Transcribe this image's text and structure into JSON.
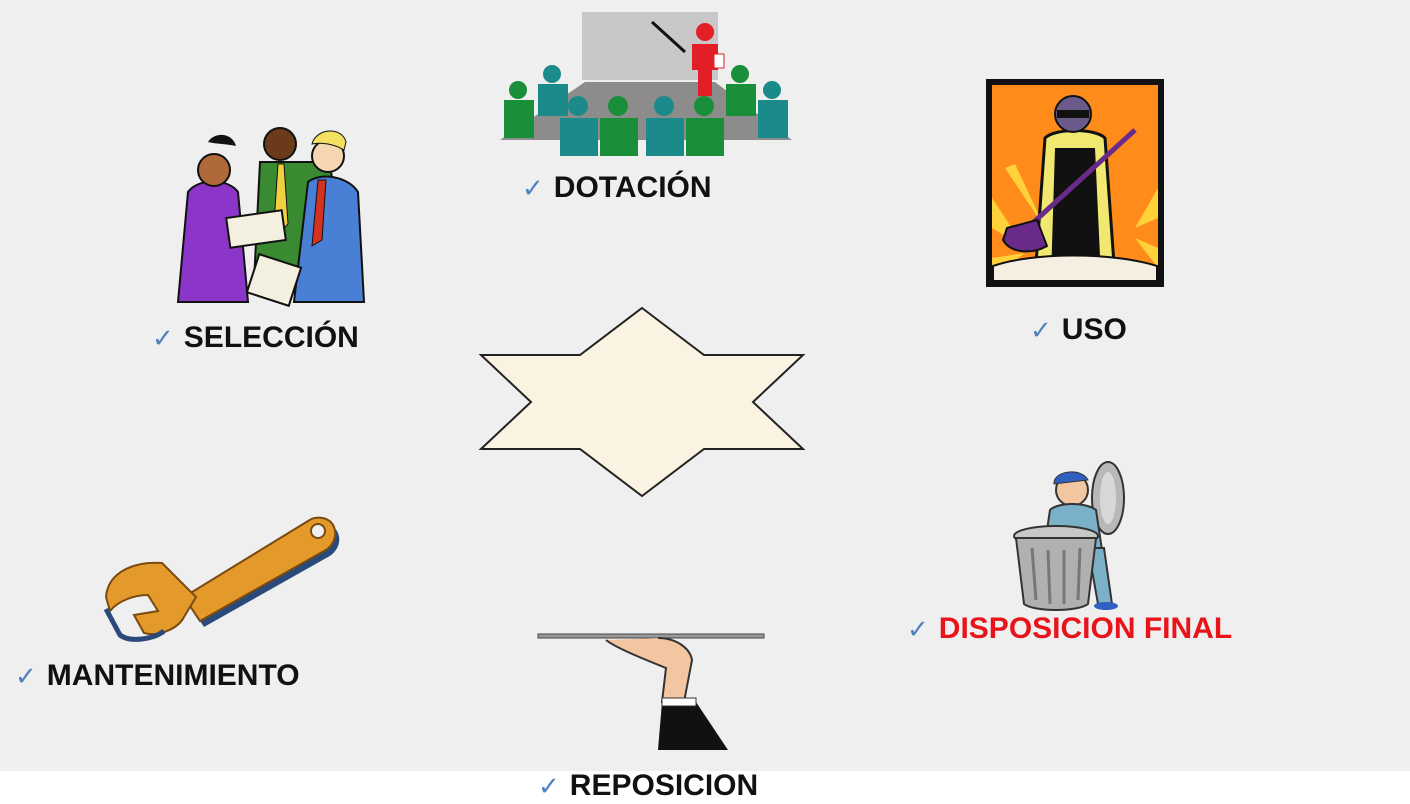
{
  "steps": {
    "dotacion": "DOTACIÓN",
    "seleccion": "SELECCIÓN",
    "uso": "USO",
    "mantenimiento": "MANTENIMIENTO",
    "disposicion": "DISPOSICION FINAL",
    "reposicion": "REPOSICION"
  },
  "check_glyph": "✓",
  "colors": {
    "background": "#efefef",
    "check": "#4f81bd",
    "highlight": "#e8141b",
    "star_fill": "#fbf3e2"
  },
  "icons": {
    "dotacion": "presentation-audience-icon",
    "seleccion": "business-people-icon",
    "uso": "worker-with-tool-icon",
    "mantenimiento": "wrench-icon",
    "disposicion": "trash-can-person-icon",
    "reposicion": "hand-with-tray-icon",
    "center": "six-point-star-icon"
  }
}
